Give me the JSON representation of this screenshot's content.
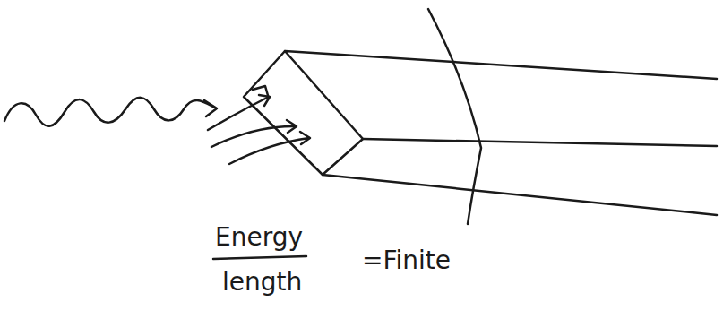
{
  "diagram": {
    "labels": [
      "Energy",
      "length",
      "=Finite"
    ]
  }
}
